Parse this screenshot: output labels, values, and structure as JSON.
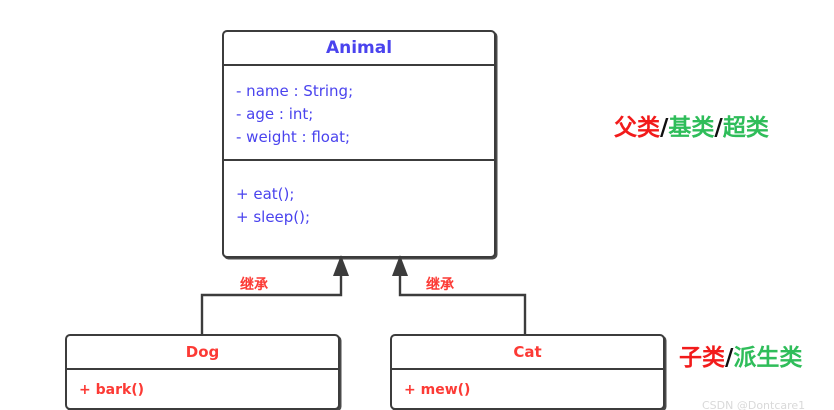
{
  "diagram": {
    "type": "uml-class-diagram",
    "superclass": {
      "name": "Animal",
      "attributes": [
        "- name : String;",
        "- age : int;",
        "- weight : float;"
      ],
      "methods": [
        "+ eat();",
        "+ sleep();"
      ]
    },
    "subclasses": [
      {
        "name": "Dog",
        "methods": [
          "+ bark()"
        ]
      },
      {
        "name": "Cat",
        "methods": [
          "+ mew()"
        ]
      }
    ],
    "relationships": [
      {
        "label": "继承",
        "from": "Dog",
        "to": "Animal",
        "kind": "generalization"
      },
      {
        "label": "继承",
        "from": "Cat",
        "to": "Animal",
        "kind": "generalization"
      }
    ]
  },
  "annotations": {
    "superclass_note": {
      "part1": "父类",
      "sep1": "/",
      "part2": "基类",
      "sep2": "/",
      "part3": "超类"
    },
    "subclass_note": {
      "part1": "子类",
      "sep1": "/",
      "part2": "派生类"
    }
  },
  "watermark": {
    "text": "CSDN @Dontcare1"
  },
  "colors": {
    "class_text": "#4a43ee",
    "subclass_text": "#fc3a35",
    "note_red": "#f21b1b",
    "note_green": "#2fbd5a",
    "border": "#3c3c3c"
  }
}
